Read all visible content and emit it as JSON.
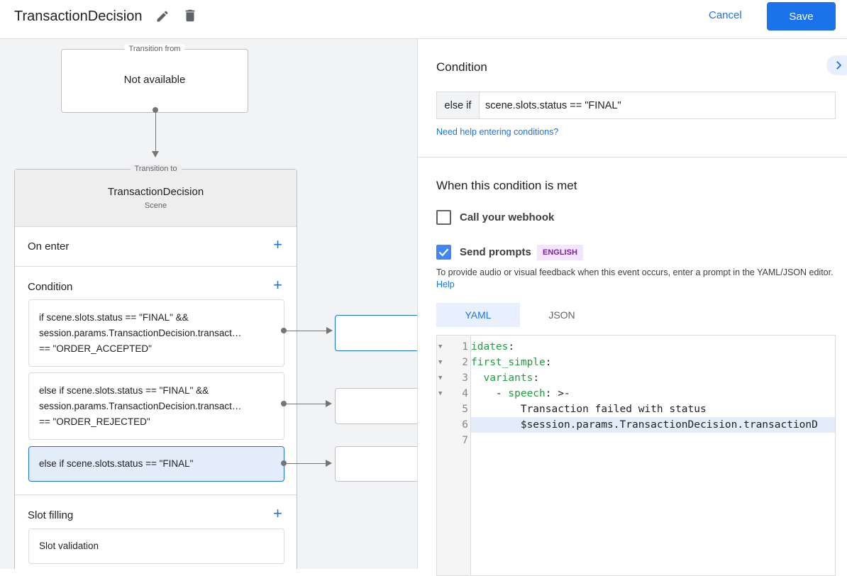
{
  "header": {
    "title": "TransactionDecision",
    "edit_icon": "pencil-icon",
    "delete_icon": "trash-icon",
    "cancel_label": "Cancel",
    "save_label": "Save"
  },
  "canvas": {
    "transition_from": {
      "legend": "Transition from",
      "value": "Not available"
    },
    "transition_to": {
      "legend": "Transition to",
      "scene_name": "TransactionDecision",
      "scene_type": "Scene"
    },
    "on_enter": {
      "label": "On enter"
    },
    "condition": {
      "label": "Condition",
      "items": [
        {
          "lines": [
            "if scene.slots.status == \"FINAL\" &&",
            "session.params.TransactionDecision.transact…",
            "== \"ORDER_ACCEPTED\""
          ]
        },
        {
          "lines": [
            "else if scene.slots.status == \"FINAL\" &&",
            "session.params.TransactionDecision.transact…",
            "== \"ORDER_REJECTED\""
          ]
        },
        {
          "lines": [
            "else if scene.slots.status == \"FINAL\""
          ],
          "selected": true
        }
      ]
    },
    "slot_filling": {
      "label": "Slot filling",
      "slot_validation": "Slot validation"
    }
  },
  "panel": {
    "condition_title": "Condition",
    "condition_prefix": "else if",
    "condition_value": "scene.slots.status == \"FINAL\"",
    "help_link": "Need help entering conditions?",
    "met_title": "When this condition is met",
    "webhook_label": "Call your webhook",
    "webhook_checked": false,
    "prompts_label": "Send prompts",
    "prompts_checked": true,
    "language_badge": "ENGLISH",
    "description": "To provide audio or visual feedback when this event occurs, enter a prompt in the YAML/JSON editor.",
    "description_link": "Help",
    "tabs": [
      "YAML",
      "JSON"
    ],
    "active_tab": "YAML",
    "editor": {
      "lines": [
        {
          "n": "1",
          "key": "idates",
          "rest": ":",
          "fold": true
        },
        {
          "n": "2",
          "key": "first_simple",
          "rest": ":",
          "fold": true
        },
        {
          "n": "3",
          "indent": "  ",
          "key": "variants",
          "rest": ":",
          "fold": true
        },
        {
          "n": "4",
          "indent": "    - ",
          "key": "speech",
          "rest": ": >-",
          "fold": true
        },
        {
          "n": "5",
          "text": "        Transaction failed with status"
        },
        {
          "n": "6",
          "text": "        $session.params.TransactionDecision.transactionD",
          "highlight": true
        },
        {
          "n": "7",
          "text": ""
        }
      ]
    }
  },
  "colors": {
    "accent": "#1a73e8",
    "selected_bg": "#e3edfa",
    "badge_bg": "#f3e5fc",
    "badge_text": "#7b1fa2",
    "code_key": "#1e9e3e"
  }
}
